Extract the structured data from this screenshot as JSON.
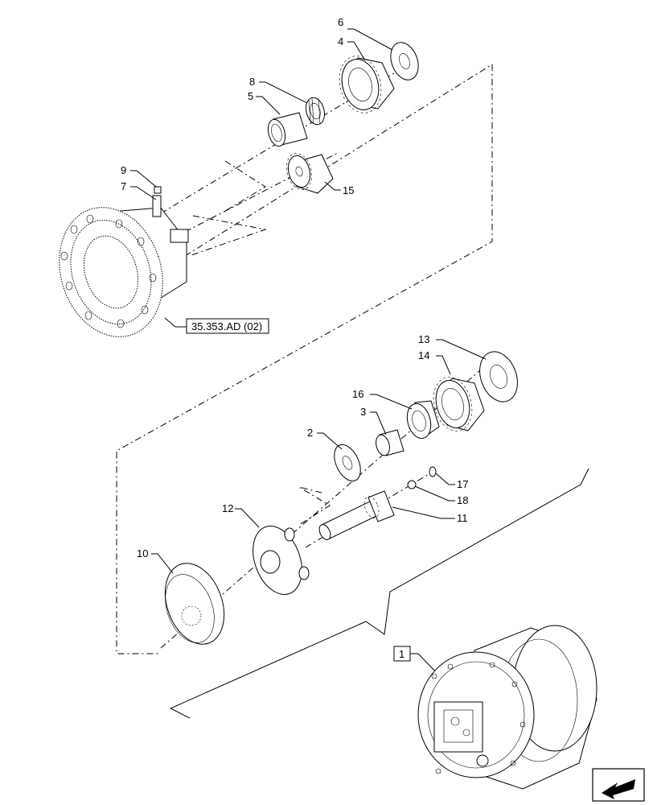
{
  "parts": [
    {
      "id": "6",
      "label": "6"
    },
    {
      "id": "4",
      "label": "4"
    },
    {
      "id": "8",
      "label": "8"
    },
    {
      "id": "5",
      "label": "5"
    },
    {
      "id": "9",
      "label": "9"
    },
    {
      "id": "7",
      "label": "7"
    },
    {
      "id": "15",
      "label": "15"
    },
    {
      "id": "13",
      "label": "13"
    },
    {
      "id": "14",
      "label": "14"
    },
    {
      "id": "16",
      "label": "16"
    },
    {
      "id": "3",
      "label": "3"
    },
    {
      "id": "2",
      "label": "2"
    },
    {
      "id": "17",
      "label": "17"
    },
    {
      "id": "18",
      "label": "18"
    },
    {
      "id": "11",
      "label": "11"
    },
    {
      "id": "12",
      "label": "12"
    },
    {
      "id": "10",
      "label": "10"
    },
    {
      "id": "1",
      "label": "1"
    }
  ],
  "reference": {
    "text": "35.353.AD (02)"
  },
  "assembly_box": {
    "text": "1"
  },
  "nav": {
    "icon": "arrow-back-icon"
  }
}
